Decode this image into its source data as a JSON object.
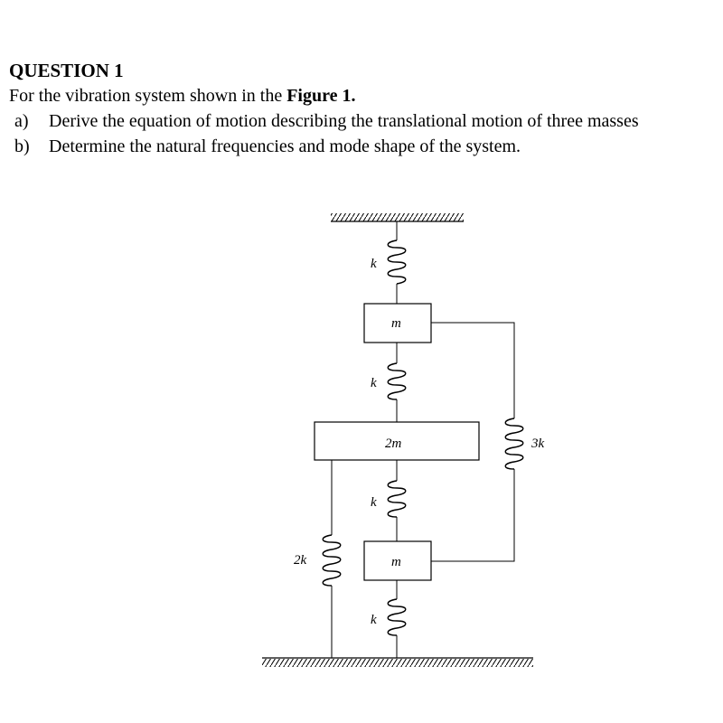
{
  "question": {
    "title": "QUESTION 1",
    "intro": "For the vibration system shown in the",
    "figure_ref": "Figure 1.",
    "items": [
      {
        "tag": "a)",
        "text": "Derive the equation of motion describing the translational motion of three masses"
      },
      {
        "tag": "b)",
        "text": "Determine the natural frequencies and mode shape of the system."
      }
    ]
  },
  "figure": {
    "labels": {
      "k1": "k",
      "m_top": "m",
      "k2": "k",
      "m_mid": "2m",
      "k3": "k",
      "m_bot": "m",
      "k4": "k",
      "k_left": "2k",
      "k_right": "3k"
    }
  }
}
